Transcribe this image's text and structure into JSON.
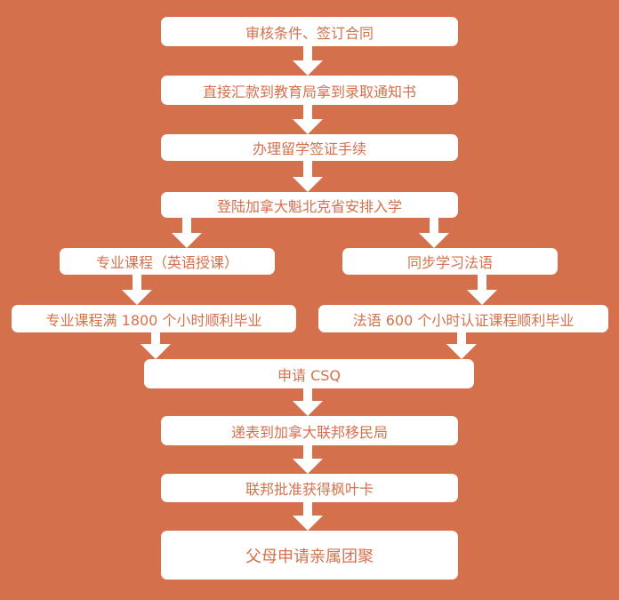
{
  "colors": {
    "background": "#D4714C",
    "box": "#FFFFFF",
    "text": "#D4714C"
  },
  "steps": {
    "review": "审核条件、签订合同",
    "remit": "直接汇款到教育局拿到录取通知书",
    "visa": "办理留学签证手续",
    "arrive": "登陆加拿大魁北克省安排入学",
    "major_course": "专业课程（英语授课）",
    "french_sync": "同步学习法语",
    "major_graduate": "专业课程满 1800 个小时顺利毕业",
    "french_graduate": "法语 600 个小时认证课程顺利毕业",
    "csq": "申请  CSQ",
    "submit_federal": "递表到加拿大联邦移民局",
    "maple_card": "联邦批准获得枫叶卡",
    "family": "父母申请亲属团聚"
  }
}
